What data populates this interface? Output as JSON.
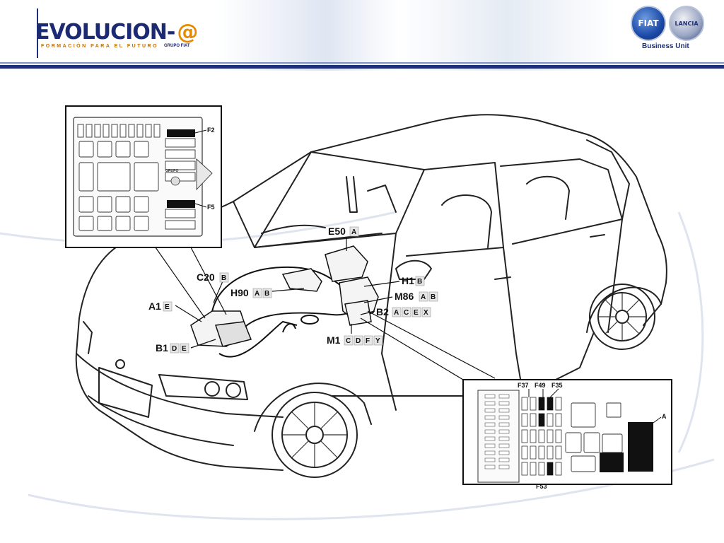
{
  "header": {
    "logo_main": "EVOLUCION-",
    "logo_at": "@",
    "logo_tagline": "FORMACIÓN PARA EL FUTURO",
    "logo_group": "GRUPO FIAT",
    "badge_fiat": "FIAT",
    "badge_lancia": "LANCIA",
    "business_unit": "Business Unit"
  },
  "diagram": {
    "callouts": [
      {
        "code": "E50",
        "letters": [
          "A"
        ]
      },
      {
        "code": "C20",
        "letters": [
          "B"
        ]
      },
      {
        "code": "H90",
        "letters": [
          "A",
          "B"
        ]
      },
      {
        "code": "H1",
        "letters": [
          "B"
        ]
      },
      {
        "code": "M86",
        "letters": [
          "A",
          "B"
        ]
      },
      {
        "code": "A1",
        "letters": [
          "E"
        ]
      },
      {
        "code": "B2",
        "letters": [
          "A",
          "C",
          "E",
          "X"
        ]
      },
      {
        "code": "M1",
        "letters": [
          "C",
          "D",
          "F",
          "Y"
        ]
      },
      {
        "code": "B1",
        "letters": [
          "D",
          "E"
        ]
      }
    ],
    "engine_box": {
      "fuse_labels": [
        "F2",
        "F5"
      ],
      "sticker_text": "GRUPO"
    },
    "dash_box": {
      "fuse_labels": [
        "F37",
        "F49",
        "F35"
      ],
      "bottom_label": "F53",
      "side_label": "A"
    }
  }
}
